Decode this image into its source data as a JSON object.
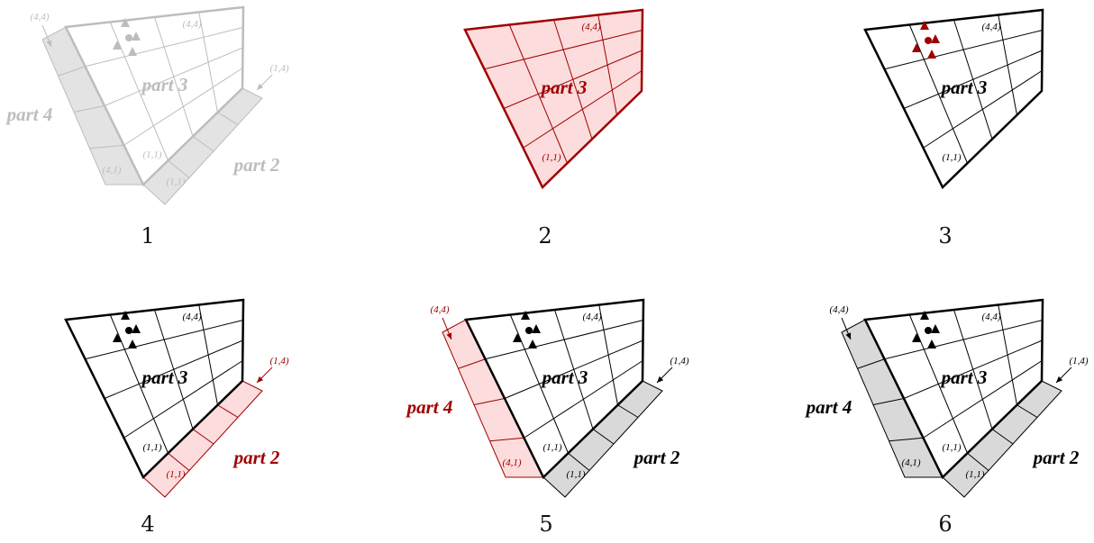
{
  "colors": {
    "accent": "#a00000",
    "accent_fill": "#fcdcdc",
    "gray_fill": "#d9d9d9",
    "faded": "#bdbdbd",
    "faded_fill": "#e3e3e3",
    "ink": "#000000"
  },
  "icons": {
    "vertex_dot": "filled-circle",
    "edge_arrow": "triangle-arrowhead"
  },
  "panels": [
    {
      "number": "1",
      "mode": "faded",
      "labels": {
        "part3": "part 3",
        "part2": "part 2",
        "part4": "part 4",
        "p3_c44": "(4,4)",
        "p3_c11": "(1,1)",
        "p2_c14": "(1,4)",
        "p2_c11": "(1,1)",
        "p4_c44": "(4,4)",
        "p4_c41": "(4,1)"
      }
    },
    {
      "number": "2",
      "mode": "highlight-part3",
      "labels": {
        "part3": "part 3",
        "p3_c44": "(4,4)",
        "p3_c11": "(1,1)"
      }
    },
    {
      "number": "3",
      "mode": "arrows-highlight",
      "labels": {
        "part3": "part 3",
        "p3_c44": "(4,4)",
        "p3_c11": "(1,1)"
      }
    },
    {
      "number": "4",
      "mode": "highlight-part2",
      "labels": {
        "part3": "part 3",
        "part2": "part 2",
        "p3_c44": "(4,4)",
        "p3_c11": "(1,1)",
        "p2_c14": "(1,4)",
        "p2_c11": "(1,1)"
      }
    },
    {
      "number": "5",
      "mode": "highlight-part4",
      "labels": {
        "part3": "part 3",
        "part2": "part 2",
        "part4": "part 4",
        "p3_c44": "(4,4)",
        "p3_c11": "(1,1)",
        "p2_c14": "(1,4)",
        "p2_c11": "(1,1)",
        "p4_c44": "(4,4)",
        "p4_c41": "(4,1)"
      }
    },
    {
      "number": "6",
      "mode": "final",
      "labels": {
        "part3": "part 3",
        "part2": "part 2",
        "part4": "part 4",
        "p3_c44": "(4,4)",
        "p3_c11": "(1,1)",
        "p2_c14": "(1,4)",
        "p2_c11": "(1,1)",
        "p4_c44": "(4,4)",
        "p4_c41": "(4,1)"
      }
    }
  ]
}
